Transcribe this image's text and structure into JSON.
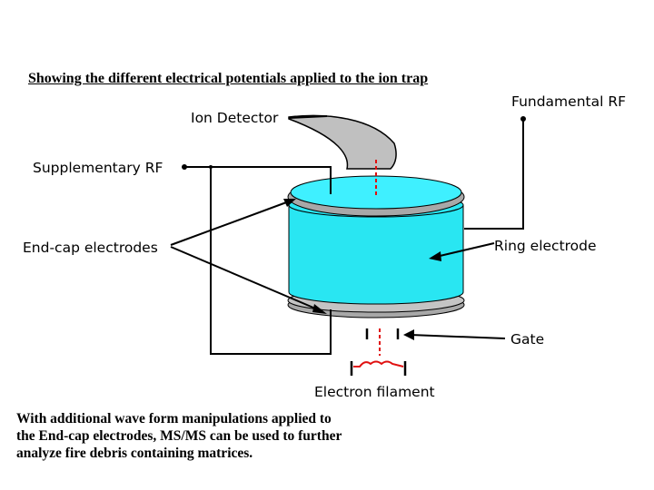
{
  "title": "Showing the different electrical potentials applied to the ion trap",
  "labels": {
    "fundamental_rf": "Fundamental RF",
    "ion_detector": "Ion Detector",
    "supplementary_rf": "Supplementary RF",
    "end_cap_electrodes": "End-cap electrodes",
    "ring_electrode": "Ring electrode",
    "gate": "Gate",
    "electron_filament": "Electron filament"
  },
  "caption": {
    "line1": "With additional wave form manipulations applied to",
    "line2": "the End-cap electrodes, MS/MS can be used to further",
    "line3": "analyze fire debris containing matrices."
  },
  "colors": {
    "ring_cyan": "#29e6f2",
    "ring_top_cyan": "#3ff0ff",
    "endcap_gray": "#b4b4b4",
    "detector_gray": "#c0c0c0",
    "beam_red": "#e01010",
    "line_black": "#000000"
  }
}
